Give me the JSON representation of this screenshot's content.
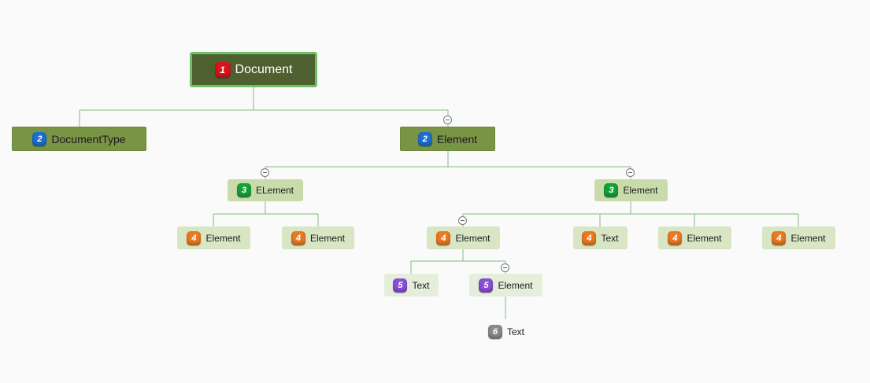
{
  "colors": {
    "connector": "#7fbf7f",
    "badge_level_1": "#d8141c",
    "badge_level_2": "#1d6fd0",
    "badge_level_3": "#17a03a",
    "badge_level_4": "#ea7a22",
    "badge_level_5": "#8a4fd8",
    "badge_level_6": "#8a8a8a"
  },
  "tree": {
    "root": {
      "label": "Document",
      "level": "1"
    },
    "doctype": {
      "label": "DocumentType",
      "level": "2"
    },
    "element": {
      "label": "Element",
      "level": "2"
    },
    "element_a": {
      "label": "ELement",
      "level": "3"
    },
    "element_a_1": {
      "label": "Element",
      "level": "4"
    },
    "element_a_2": {
      "label": "Element",
      "level": "4"
    },
    "element_b": {
      "label": "Element",
      "level": "3"
    },
    "element_b_1": {
      "label": "Element",
      "level": "4"
    },
    "element_b_1_text": {
      "label": "Text",
      "level": "5"
    },
    "element_b_1_element": {
      "label": "Element",
      "level": "5"
    },
    "element_b_1_element_text": {
      "label": "Text",
      "level": "6"
    },
    "element_b_2": {
      "label": "Text",
      "level": "4"
    },
    "element_b_3": {
      "label": "Element",
      "level": "4"
    },
    "element_b_4": {
      "label": "Element",
      "level": "4"
    }
  }
}
